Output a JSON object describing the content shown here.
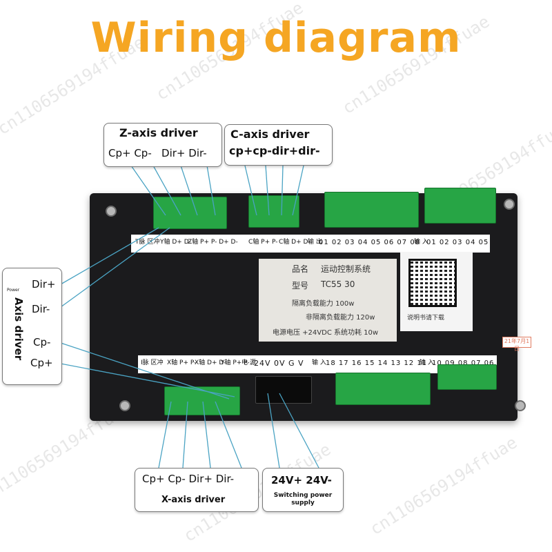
{
  "title": "Wiring diagram",
  "watermark": "cn1106569194ffuae",
  "z_axis_box": {
    "title": "Z-axis driver",
    "pins": "Cp+ Cp-   Dir+ Dir-"
  },
  "c_axis_box": {
    "title": "C-axis driver",
    "pins": "cp+cp-dir+dir-"
  },
  "left_box": {
    "small": "Power",
    "title": "Axis driver",
    "dir_plus": "Dir+",
    "dir_minus": "Dir-",
    "cp_minus": "Cp-",
    "cp_plus": "Cp+"
  },
  "x_axis_box": {
    "pins": "Cp+ Cp- Dir+ Dir-",
    "title": "X-axis driver"
  },
  "power_box": {
    "pins": "24V+ 24V-",
    "caption": "Switching power supply"
  },
  "top_strip": {
    "label_pulse": "T脉 区冲",
    "label_y": "Y轴 D+ D-",
    "label_z": "Z轴 P+ P- D+ D-",
    "label_c1": "C轴 P+ P-",
    "label_c2": "C轴 D+ D-",
    "label_out": "输 出",
    "outputs": "01 02 03 04 05 06 07 08",
    "label_in": "输 入",
    "inputs": "01 02 03 04 05"
  },
  "bottom_strip": {
    "label_pulse": "I脉 区冲",
    "label_x1": "X轴 P+ P-",
    "label_x2": "X轴 D+ D-",
    "label_y": "Y轴 P+ P-",
    "label_power": "电 源",
    "power_pins": "24V 0V G V",
    "label_in": "输 入",
    "inputs_a": "18 17 16 15 14 13 12 11",
    "label_in2": "输 入",
    "inputs_b": "10 09 08 07 06"
  },
  "label_panel": {
    "name_label": "品名",
    "name_value": "运动控制系统",
    "model_label": "型号",
    "model_value": "TC55 30",
    "line1": "隔离负载能力 100w",
    "line2": "非隔离负载能力 120w",
    "line3": "电源电压 +24VDC   系统功耗 10w"
  },
  "qr_caption": "说明书请下载",
  "sticker": "21年7月1日"
}
